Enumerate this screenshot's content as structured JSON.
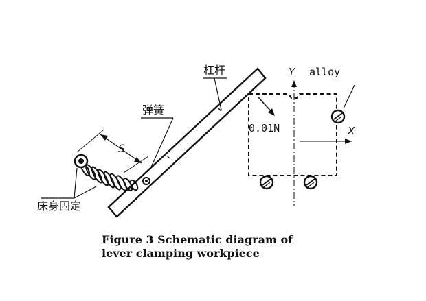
{
  "labels": {
    "lever": "杠杆",
    "spring": "弹簧",
    "distance": "S",
    "bed_fixed": "床身固定",
    "y_axis": "Y",
    "x_axis": "X",
    "material": "alloy",
    "tolerance": "0.01N"
  },
  "caption": {
    "line1": "Figure 3 Schematic diagram of",
    "line2": "lever clamping workpiece"
  }
}
